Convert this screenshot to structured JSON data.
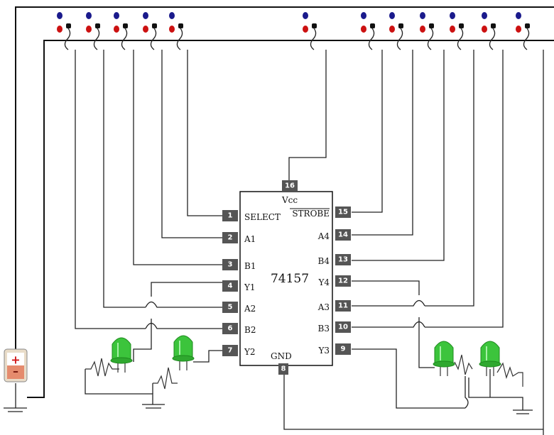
{
  "chip": {
    "name": "74157",
    "vcc_label": "Vcc",
    "gnd_label": "GND"
  },
  "left_pins": [
    {
      "num": "1",
      "label": "SELECT"
    },
    {
      "num": "2",
      "label": "A1"
    },
    {
      "num": "3",
      "label": "B1"
    },
    {
      "num": "4",
      "label": "Y1"
    },
    {
      "num": "5",
      "label": "A2"
    },
    {
      "num": "6",
      "label": "B2"
    },
    {
      "num": "7",
      "label": "Y2"
    }
  ],
  "right_pins": [
    {
      "num": "15",
      "label": "STROBE"
    },
    {
      "num": "14",
      "label": "A4"
    },
    {
      "num": "13",
      "label": "B4"
    },
    {
      "num": "12",
      "label": "Y4"
    },
    {
      "num": "11",
      "label": "A3"
    },
    {
      "num": "10",
      "label": "B3"
    },
    {
      "num": "9",
      "label": "Y3"
    }
  ],
  "top_pin": {
    "num": "16"
  },
  "bottom_pin": {
    "num": "8"
  },
  "battery": {
    "plus": "+",
    "minus": "–"
  },
  "colors": {
    "led_green": "#3cc43c",
    "switch_red": "#cc1111",
    "switch_blue": "#1a1a8c",
    "switch_black": "#111111",
    "pin_box": "#555555",
    "battery_red": "#d01818"
  }
}
